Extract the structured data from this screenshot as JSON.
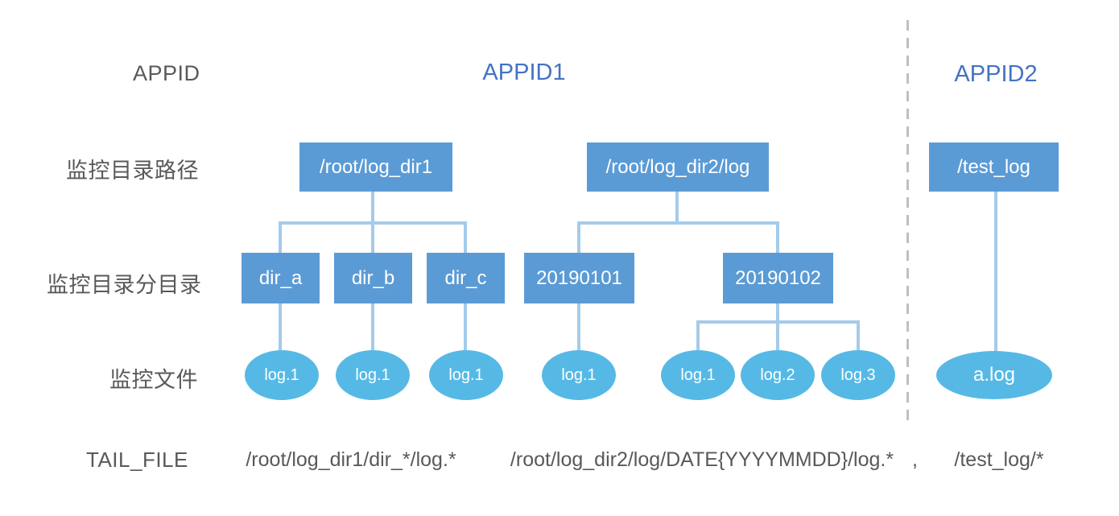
{
  "colors": {
    "box_blue": "#5B9BD5",
    "ellipse_blue": "#56B9E5",
    "connector_blue": "#A5CBEA",
    "header_blue": "#4472C4",
    "label_gray": "#595959",
    "divider_gray": "#BFBFBF"
  },
  "row_labels": {
    "appid": "APPID",
    "monitor_dir_path": "监控目录路径",
    "monitor_subdir": "监控目录分目录",
    "monitor_file": "监控文件",
    "tail_file": "TAIL_FILE"
  },
  "appid1": {
    "title": "APPID1",
    "root1": "/root/log_dir1",
    "root2": "/root/log_dir2/log",
    "subdirs": [
      "dir_a",
      "dir_b",
      "dir_c",
      "20190101",
      "20190102"
    ],
    "files": [
      "log.1",
      "log.1",
      "log.1",
      "log.1",
      "log.1",
      "log.2",
      "log.3"
    ],
    "tail_path1": "/root/log_dir1/dir_*/log.*",
    "tail_path2": "/root/log_dir2/log/DATE{YYYYMMDD}/log.*"
  },
  "appid2": {
    "title": "APPID2",
    "root": "/test_log",
    "file": "a.log",
    "tail_path": "/test_log/*"
  },
  "separator": ","
}
